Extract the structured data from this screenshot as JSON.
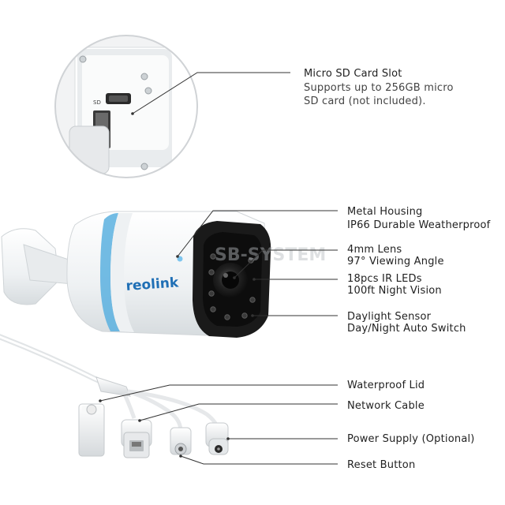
{
  "brand": {
    "logo_text": "reolink"
  },
  "watermark": {
    "text": "SB-SYSTEM"
  },
  "colors": {
    "accent": "#5bb0df",
    "line": "#333333",
    "body": "#f3f5f6",
    "lens_black": "#1a1a1a"
  },
  "callouts": [
    {
      "title": "Micro SD Card Slot",
      "desc": "Supports up to 256GB micro\nSD card (not included)."
    },
    {
      "title": "Metal Housing",
      "desc": "IP66 Durable Weatherproof"
    },
    {
      "title": "4mm Lens",
      "desc": "97° Viewing Angle"
    },
    {
      "title": "18pcs IR LEDs",
      "desc": "100ft Night Vision"
    },
    {
      "title": "Daylight Sensor",
      "desc": "Day/Night Auto Switch"
    },
    {
      "title": "Waterproof Lid"
    },
    {
      "title": "Network Cable"
    },
    {
      "title": "Power Supply (Optional)"
    },
    {
      "title": "Reset Button"
    }
  ]
}
